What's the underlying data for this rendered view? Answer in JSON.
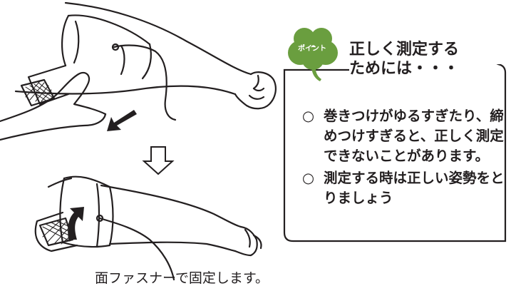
{
  "badge": {
    "label": "ポイント",
    "color": "#6a9e3f"
  },
  "tips": {
    "title_lines": [
      "正しく測定する",
      "ためには・・・"
    ],
    "bullet_symbol": "○",
    "items": [
      {
        "text": "巻きつけがゆるすぎたり、締めつけすぎると、正しく測定できないことがあります。"
      },
      {
        "text": "測定する時は正しい姿勢をとりましょう"
      }
    ]
  },
  "illustration": {
    "caption": "面ファスナーで固定します。",
    "icons": [
      "arm-icon",
      "hand-icon",
      "cuff-icon",
      "arrow-down-left-icon",
      "arrow-down-icon",
      "arrow-up-icon"
    ]
  }
}
